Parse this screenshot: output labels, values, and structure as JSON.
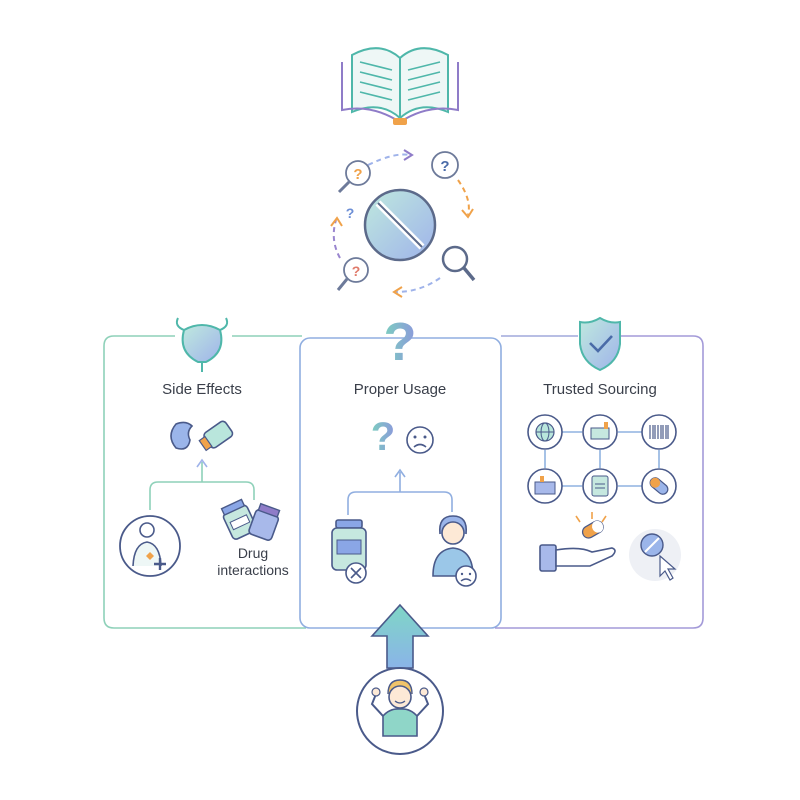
{
  "panels": {
    "left": {
      "title": "Side Effects",
      "sub_label_line1": "Drug",
      "sub_label_line2": "interactions"
    },
    "middle": {
      "title": "Proper Usage"
    },
    "right": {
      "title": "Trusted Sourcing"
    }
  },
  "icons": {
    "top": "open-book-icon",
    "cycle": "prohibited-pill-cycle-icon",
    "left_header": "bladder-icon",
    "middle_header": "question-mark-icon",
    "right_header": "shield-check-icon",
    "bottom": "empowered-person-icon"
  },
  "colors": {
    "teal": "#5cc2b4",
    "blue": "#6d8fd6",
    "purple": "#9a86cf",
    "orange": "#f0a24a",
    "text": "#3a3f4a"
  }
}
